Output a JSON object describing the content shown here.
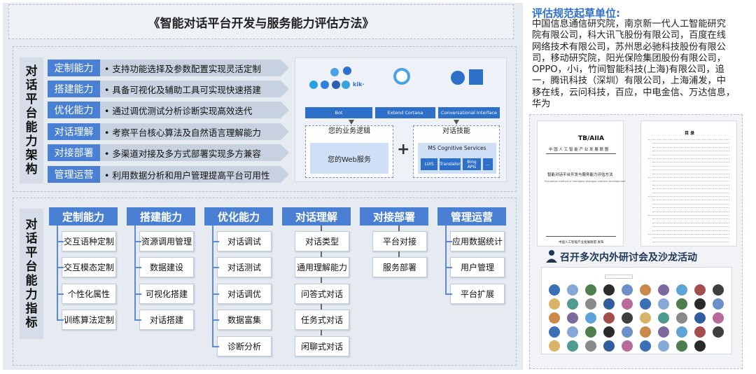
{
  "title": "《智能对话平台开发与服务能力评估方法》",
  "architecture": {
    "label": "对话平台能力架构",
    "rows": [
      {
        "cap": "定制能力",
        "desc": "• 支持功能选择及参数配置实现灵活定制"
      },
      {
        "cap": "搭建能力",
        "desc": "• 具备可视化及辅助工具可实现快速搭建"
      },
      {
        "cap": "优化能力",
        "desc": "• 通过调优测试分析诊断实现高效迭代"
      },
      {
        "cap": "对话理解",
        "desc": "• 考察平台核心算法及自然语言理解能力"
      },
      {
        "cap": "对接部署",
        "desc": "• 多渠道对接及多方式部署实现多方兼容"
      },
      {
        "cap": "管理运营",
        "desc": "• 利用数据分析和用户管理提高平台可用性"
      }
    ],
    "diagram": {
      "bars": [
        "Bot",
        "Extend Cortana",
        "Conversational Interface"
      ],
      "kik": "kik·",
      "biz_title": "您的业务逻辑",
      "web_service": "您的Web服务",
      "plus": "+",
      "ai_title": "对话技能",
      "ms_title": "MS Cognitive Services",
      "services": [
        "LUIS",
        "Translator",
        "Bing APIs",
        "..."
      ]
    }
  },
  "indicators": {
    "label": "对话平台能力指标",
    "categories": [
      {
        "head": "定制能力",
        "items": [
          "交互语种定制",
          "交互模态定制",
          "个性化属性",
          "训练算法定制"
        ]
      },
      {
        "head": "搭建能力",
        "items": [
          "资源调用管理",
          "数据建设",
          "可视化搭建",
          "对话搭建"
        ]
      },
      {
        "head": "优化能力",
        "items": [
          "对话调试",
          "对话测试",
          "对话调优",
          "数据富集",
          "诊断分析"
        ]
      },
      {
        "head": "对话理解",
        "items": [
          "对话类型",
          "通用理解能力",
          "问答式对话",
          "任务式对话",
          "闲聊式对话"
        ]
      },
      {
        "head": "对接部署",
        "items": [
          "平台对接",
          "服务部署"
        ]
      },
      {
        "head": "管理运营",
        "items": [
          "应用数据统计",
          "用户管理",
          "平台扩展"
        ]
      }
    ]
  },
  "drafting": {
    "title": "评估规范起草单位:",
    "lines": [
      "中国信息通信研究院，南京新一代人工智能研究",
      "院有限公司，科大讯飞股份有限公司，百度在线",
      "网络技术有限公司，苏州思必驰科技股份有限公",
      "司，移动研究院，阳光保险集团股份有限公司，",
      "OPPO，小i，竹间智能科技(上海)有限公司，追",
      "一，腾讯科技（深圳）有限公司，上海浦发，中",
      "移在线，云问科技，百应，中电金信、万达信息，",
      "华为"
    ]
  },
  "document": {
    "brand": "TB/AIIA",
    "org": "中 国 人 工 智 能 产 业 发 展 联 盟",
    "doc_title": "智能对话平台开发与服务能力评估方法",
    "doc_subtitle": "Evaluation method of intelligent dialogue platform development",
    "footer_org": "中国人工智能产业发展联盟 发布",
    "toc_title": "目 录"
  },
  "seminar": {
    "title": "召开多次内外研讨会及沙龙活动"
  },
  "colors": {
    "accent": "#4a80d3",
    "dark_blue": "#2e6fc9",
    "panel": "#e6eaf1"
  }
}
